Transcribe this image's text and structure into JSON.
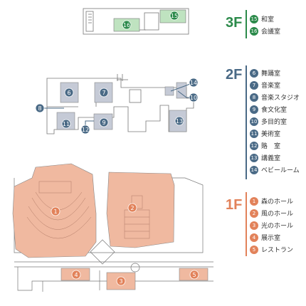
{
  "floors": [
    {
      "id": "3f",
      "label": "3F",
      "color": "#2b8a4a",
      "rooms": [
        {
          "num": "15",
          "name": "和室"
        },
        {
          "num": "16",
          "name": "会議室"
        }
      ]
    },
    {
      "id": "2f",
      "label": "2F",
      "color": "#4a6a86",
      "rooms": [
        {
          "num": "6",
          "name": "舞踊室"
        },
        {
          "num": "7",
          "name": "音楽室"
        },
        {
          "num": "8",
          "name": "音楽スタジオ"
        },
        {
          "num": "9",
          "name": "食文化室"
        },
        {
          "num": "10",
          "name": "多目的室"
        },
        {
          "num": "11",
          "name": "美術室"
        },
        {
          "num": "12",
          "name": "賂　室"
        },
        {
          "num": "13",
          "name": "講義室"
        },
        {
          "num": "14",
          "name": "ベビールーム"
        }
      ]
    },
    {
      "id": "1f",
      "label": "1F",
      "color": "#e2825a",
      "rooms": [
        {
          "num": "1",
          "name": "森のホール"
        },
        {
          "num": "2",
          "name": "風のホール"
        },
        {
          "num": "3",
          "name": "光のホール"
        },
        {
          "num": "4",
          "name": "展示室"
        },
        {
          "num": "5",
          "name": "レストラン"
        }
      ]
    }
  ],
  "colors": {
    "floor3_fill": "#bfe3c0",
    "floor2_fill": "#c5cad6",
    "floor1_fill": "#f0b9a0",
    "line": "#666666"
  }
}
